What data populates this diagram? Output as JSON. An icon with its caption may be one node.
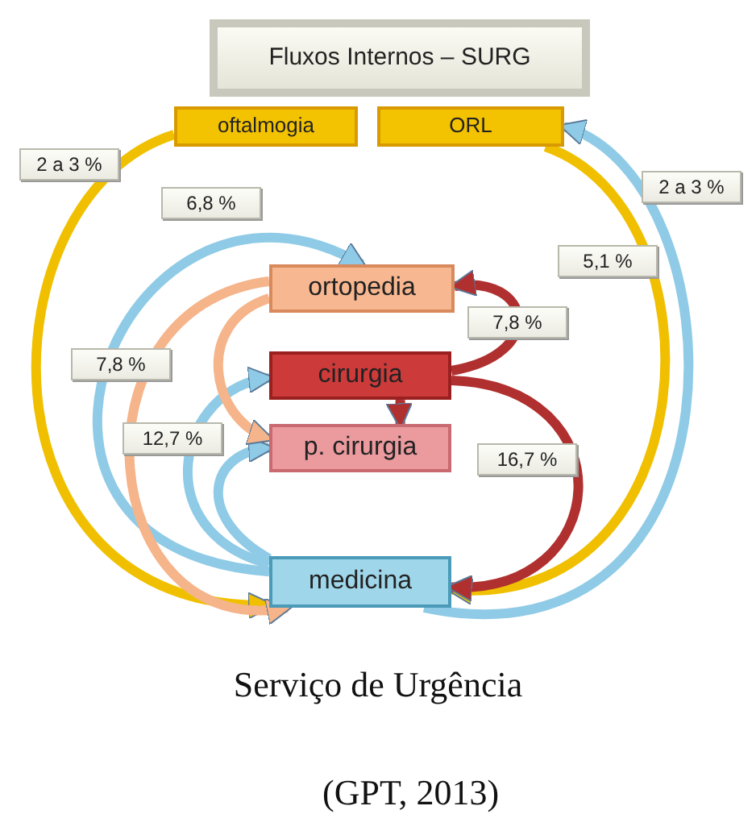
{
  "diagram": {
    "caption": "Serviço de Urgência",
    "nodes": [
      {
        "text": [
          "Fluxos Internos – SURG"
        ]
      },
      {
        "text": [
          "oftalmogia"
        ]
      },
      {
        "text": [
          "ORL"
        ]
      },
      {
        "text": [
          "ortopedia"
        ]
      },
      {
        "text": [
          "cirurgia"
        ]
      },
      {
        "text": [
          "p. cirurgia"
        ]
      },
      {
        "text": [
          "medicina"
        ]
      }
    ],
    "edges": [
      {
        "from": 1,
        "to": 6,
        "arrow": "to",
        "label": "2 a 3 %",
        "color": "#f0c000"
      },
      {
        "from": 6,
        "to": 2,
        "arrow": "to",
        "label": "2 a 3 %"
      },
      {
        "from": 2,
        "to": 6,
        "arrow": "to",
        "label": "5,1 %",
        "color": "#f0c000"
      },
      {
        "from": 6,
        "to": 3,
        "arrow": "to",
        "label": "6,8 %"
      },
      {
        "from": 4,
        "to": 3,
        "arrow": "to",
        "label": "7,8 %",
        "color": "#b03030"
      },
      {
        "from": 4,
        "to": 6,
        "arrow": "to",
        "label": "16,7 %",
        "color": "#b03030"
      },
      {
        "from": 4,
        "to": 5,
        "arrow": "to",
        "color": "#b03030"
      },
      {
        "from": 3,
        "to": 6,
        "arrow": "to",
        "label": "7,8 %",
        "color": "#f5b48a"
      },
      {
        "from": 6,
        "to": 4,
        "arrow": "to",
        "label": "12,7 %"
      },
      {
        "from": 6,
        "to": 5,
        "arrow": "to"
      },
      {
        "from": 3,
        "to": 5,
        "arrow": "to",
        "color": "#f5b48a"
      }
    ],
    "labels": [
      "(GPT, 2013)"
    ]
  }
}
